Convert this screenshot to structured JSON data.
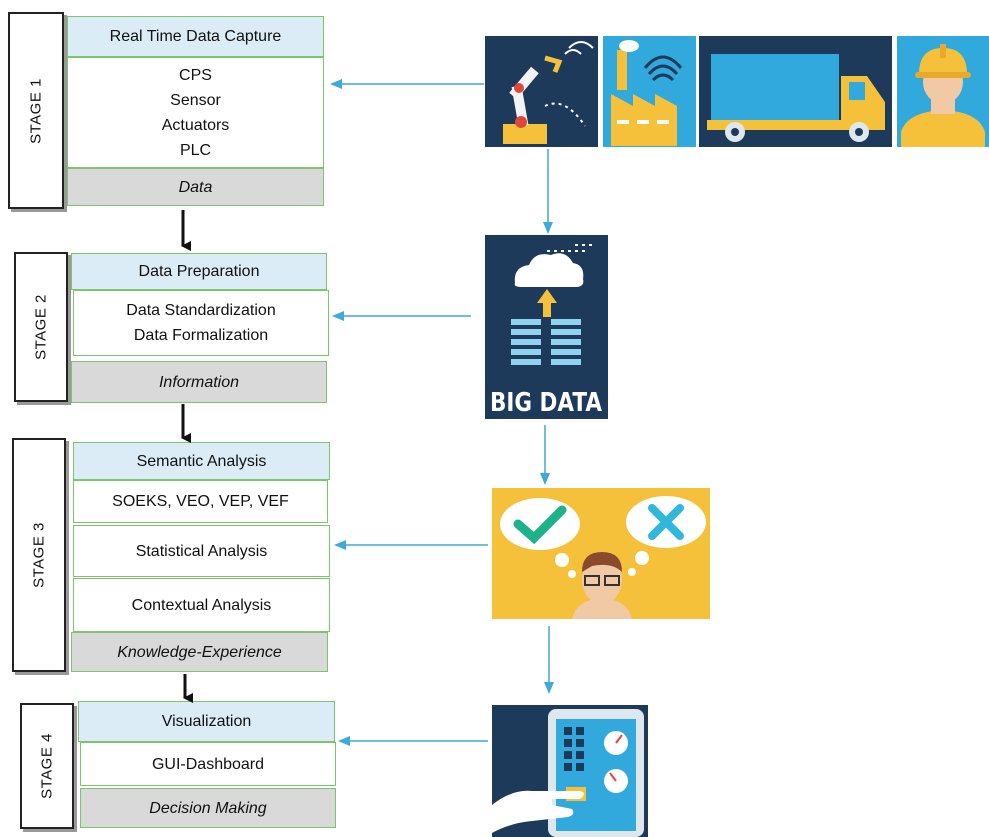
{
  "stages": [
    {
      "label": "STAGE 1",
      "header": "Real Time Data Capture",
      "items": [
        "CPS",
        "Sensor",
        "Actuators",
        "PLC"
      ],
      "output": "Data"
    },
    {
      "label": "STAGE 2",
      "header": "Data Preparation",
      "items": [
        "Data Standardization",
        "Data Formalization"
      ],
      "output": "Information"
    },
    {
      "label": "STAGE 3",
      "header": "Semantic Analysis",
      "items": [
        "SOEKS, VEO, VEP, VEF",
        "Statistical  Analysis",
        "Contextual Analysis"
      ],
      "output": "Knowledge-Experience"
    },
    {
      "label": "STAGE 4",
      "header": "Visualization",
      "items": [
        "GUI-Dashboard"
      ],
      "output": "Decision Making"
    }
  ],
  "big_data_label": "BIG DATA",
  "colors": {
    "header_fill": "#dcecf6",
    "output_fill": "#d9d9d9",
    "box_border": "#7cc56a",
    "arrow_blue": "#3fa9d9",
    "dark_navy": "#1e3a5a",
    "yellow": "#f6c13a"
  }
}
